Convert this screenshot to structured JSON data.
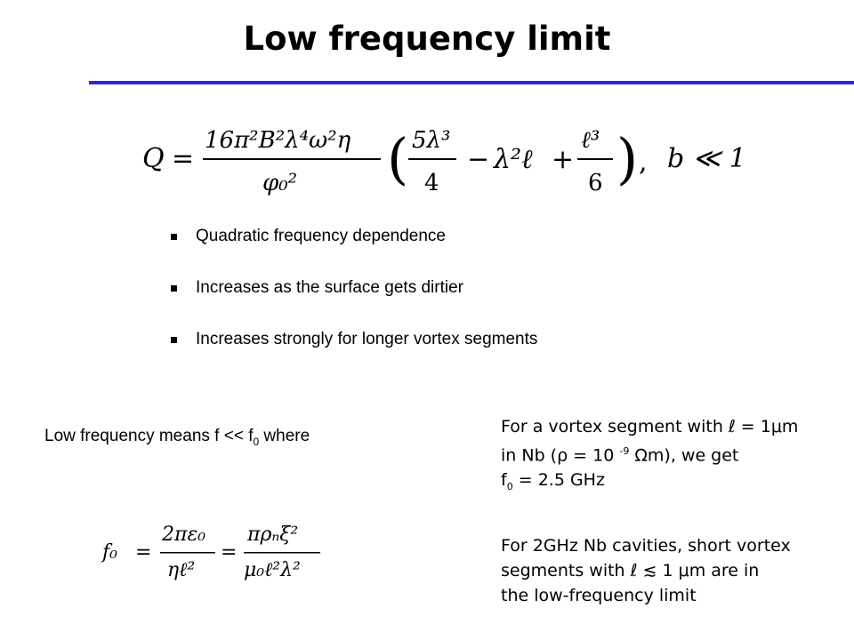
{
  "slide": {
    "title": "Low frequency limit"
  },
  "formula_q": {
    "lhs": "Q",
    "eq": "=",
    "numerator": "16π²B²λ⁴ω²η",
    "denominator": "φ₀²",
    "term1_num": "5λ³",
    "term1_den": "4",
    "minus": "−",
    "term2": "λ²ℓ",
    "plus": "+",
    "term3_num": "ℓ³",
    "term3_den": "6",
    "comma": ",",
    "condition": "b ≪ 1"
  },
  "bullets": [
    "Quadratic frequency dependence",
    "Increases as the surface gets dirtier",
    "Increases strongly for longer vortex segments"
  ],
  "low_freq": {
    "text_before": "Low frequency means  f << f",
    "sub": "0",
    "text_after": " where"
  },
  "right_text_1": {
    "line1": "For a vortex segment with ℓ = 1μm",
    "line2_a": "in Nb (ρ = 10 ",
    "line2_sup": "-9",
    "line2_b": " Ωm), we get",
    "line3_a": "f",
    "line3_sub": "0",
    "line3_b": " = 2.5 GHz"
  },
  "right_text_2": {
    "line1": "For 2GHz Nb cavities, short vortex",
    "line2": "segments with ℓ ≲ 1 μm are in",
    "line3": "the low-frequency limit"
  },
  "formula_f0": {
    "lhs": "f₀",
    "eq1": "=",
    "frac1_num": "2πε₀",
    "frac1_den": "ηℓ²",
    "eq2": "=",
    "frac2_num": "πρₙξ²",
    "frac2_den": "μ₀ℓ²λ²"
  }
}
